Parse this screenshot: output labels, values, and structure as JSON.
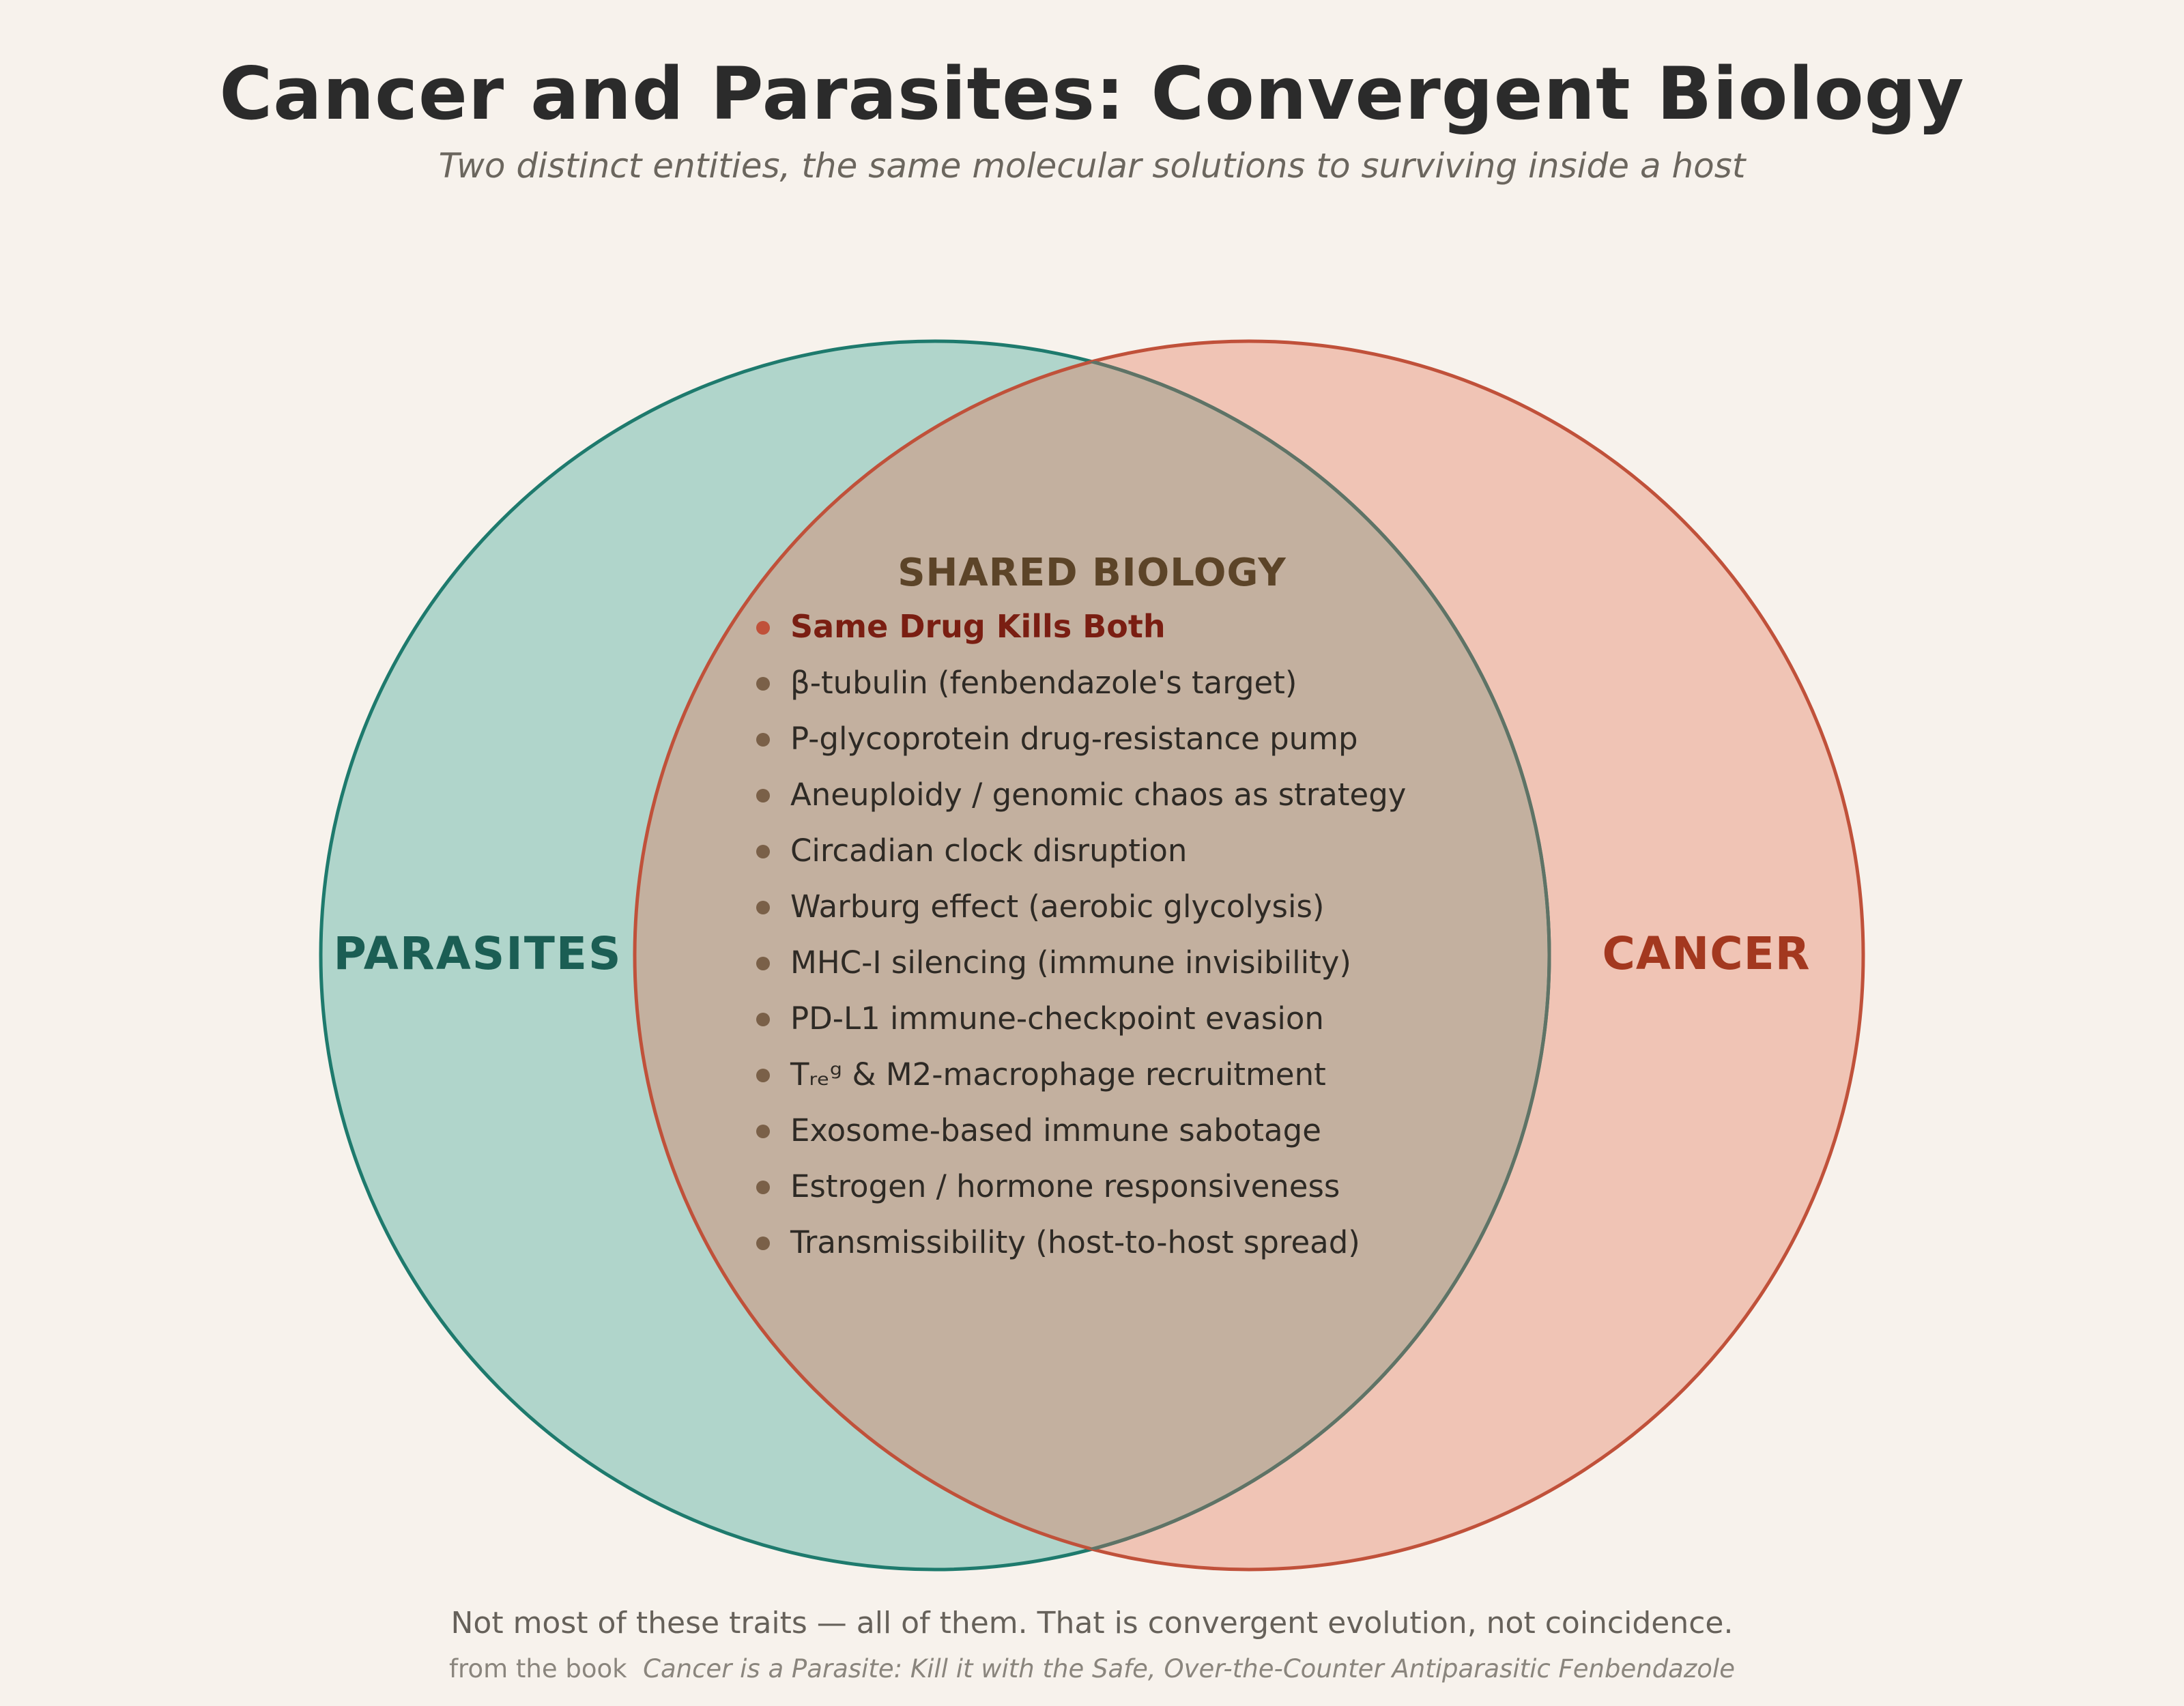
{
  "title": "Cancer and Parasites: Convergent Biology",
  "subtitle": "Two distinct entities, the same molecular solutions to surviving inside a host",
  "left_set": {
    "label": "PARASITES",
    "fill": "#b0d5cb",
    "stroke": "#1e7a6d",
    "label_color": "#1b5e54"
  },
  "right_set": {
    "label": "CANCER",
    "fill": "#f0c4b5",
    "stroke": "#c0513a",
    "label_color": "#a3381f"
  },
  "overlap": {
    "fill": "#c3b09f",
    "heading": "SHARED BIOLOGY",
    "heading_color": "#5c4428",
    "highlight_color": "#7a1e12",
    "highlight_bullet_color": "#c0513a",
    "bullet_color": "#7a6048",
    "items": [
      {
        "text": "Same Drug Kills Both",
        "highlight": true
      },
      {
        "text": "β-tubulin (fenbendazole's target)",
        "highlight": false
      },
      {
        "text": "P-glycoprotein drug-resistance pump",
        "highlight": false
      },
      {
        "text": "Aneuploidy / genomic chaos as strategy",
        "highlight": false
      },
      {
        "text": "Circadian clock disruption",
        "highlight": false
      },
      {
        "text": "Warburg effect (aerobic glycolysis)",
        "highlight": false
      },
      {
        "text": "MHC-I silencing (immune invisibility)",
        "highlight": false
      },
      {
        "text": "PD-L1 immune-checkpoint evasion",
        "highlight": false
      },
      {
        "text": "Tᵣₑᵍ & M2-macrophage recruitment",
        "highlight": false
      },
      {
        "text": "Exosome-based immune sabotage",
        "highlight": false
      },
      {
        "text": "Estrogen / hormone responsiveness",
        "highlight": false
      },
      {
        "text": "Transmissibility (host-to-host spread)",
        "highlight": false
      }
    ]
  },
  "footer": "Not most of these traits — all of them. That is convergent evolution, not coincidence.",
  "credit": {
    "prefix": "from the book",
    "book": "Cancer is a Parasite: Kill it with the Safe, Over-the-Counter Antiparasitic Fenbendazole"
  }
}
